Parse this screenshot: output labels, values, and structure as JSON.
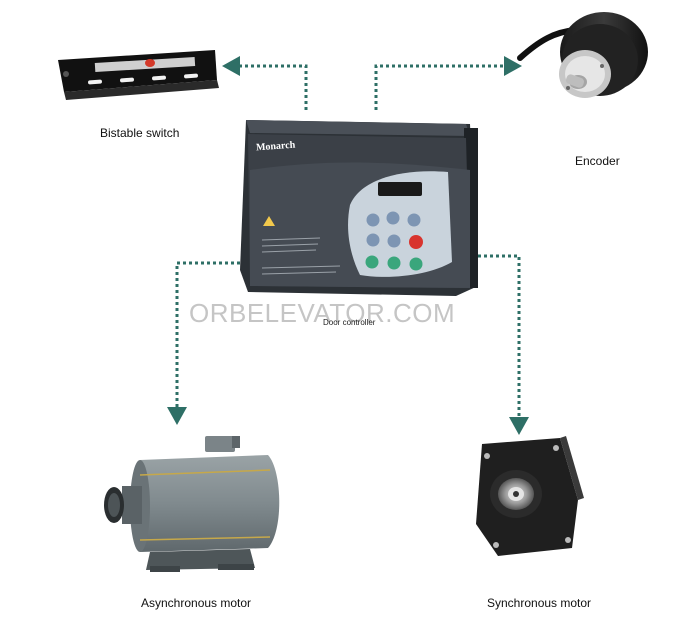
{
  "labels": {
    "bistable_switch": "Bistable switch",
    "encoder": "Encoder",
    "door_controller": "Door controller",
    "asynchronous_motor": "Asynchronous motor",
    "synchronous_motor": "Synchronous motor"
  },
  "watermark": "ORBELEVATOR.COM",
  "controller_brand": "Monarch",
  "colors": {
    "connector": "#2e6f66",
    "controller_body": "#3b4047",
    "controller_panel": "#c9d3dc",
    "key_green": "#3aa67c",
    "key_red": "#d8342e",
    "key_blue": "#7d95b3"
  }
}
